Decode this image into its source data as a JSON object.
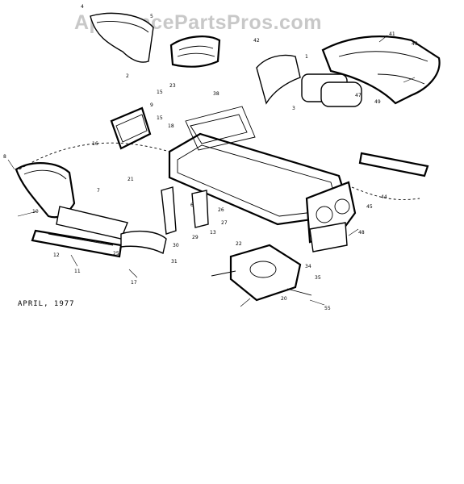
{
  "watermark": "AppliancePartsPros.com",
  "caption": "APRIL, 1977",
  "callouts": [
    {
      "n": "4"
    },
    {
      "n": "5"
    },
    {
      "n": "2"
    },
    {
      "n": "15"
    },
    {
      "n": "41"
    },
    {
      "n": "43"
    },
    {
      "n": "1"
    },
    {
      "n": "9"
    },
    {
      "n": "15"
    },
    {
      "n": "23"
    },
    {
      "n": "47"
    },
    {
      "n": "49"
    },
    {
      "n": "8"
    },
    {
      "n": "11"
    },
    {
      "n": "31"
    },
    {
      "n": "25"
    },
    {
      "n": "16"
    },
    {
      "n": "17"
    },
    {
      "n": "21"
    },
    {
      "n": "38"
    },
    {
      "n": "42"
    },
    {
      "n": "44"
    },
    {
      "n": "48"
    },
    {
      "n": "3"
    },
    {
      "n": "6"
    },
    {
      "n": "7"
    },
    {
      "n": "26"
    },
    {
      "n": "27"
    },
    {
      "n": "29"
    },
    {
      "n": "30"
    },
    {
      "n": "22"
    },
    {
      "n": "35"
    },
    {
      "n": "34"
    },
    {
      "n": "12"
    },
    {
      "n": "13"
    },
    {
      "n": "20"
    },
    {
      "n": "45"
    },
    {
      "n": "18"
    },
    {
      "n": "10"
    },
    {
      "n": "55"
    }
  ]
}
